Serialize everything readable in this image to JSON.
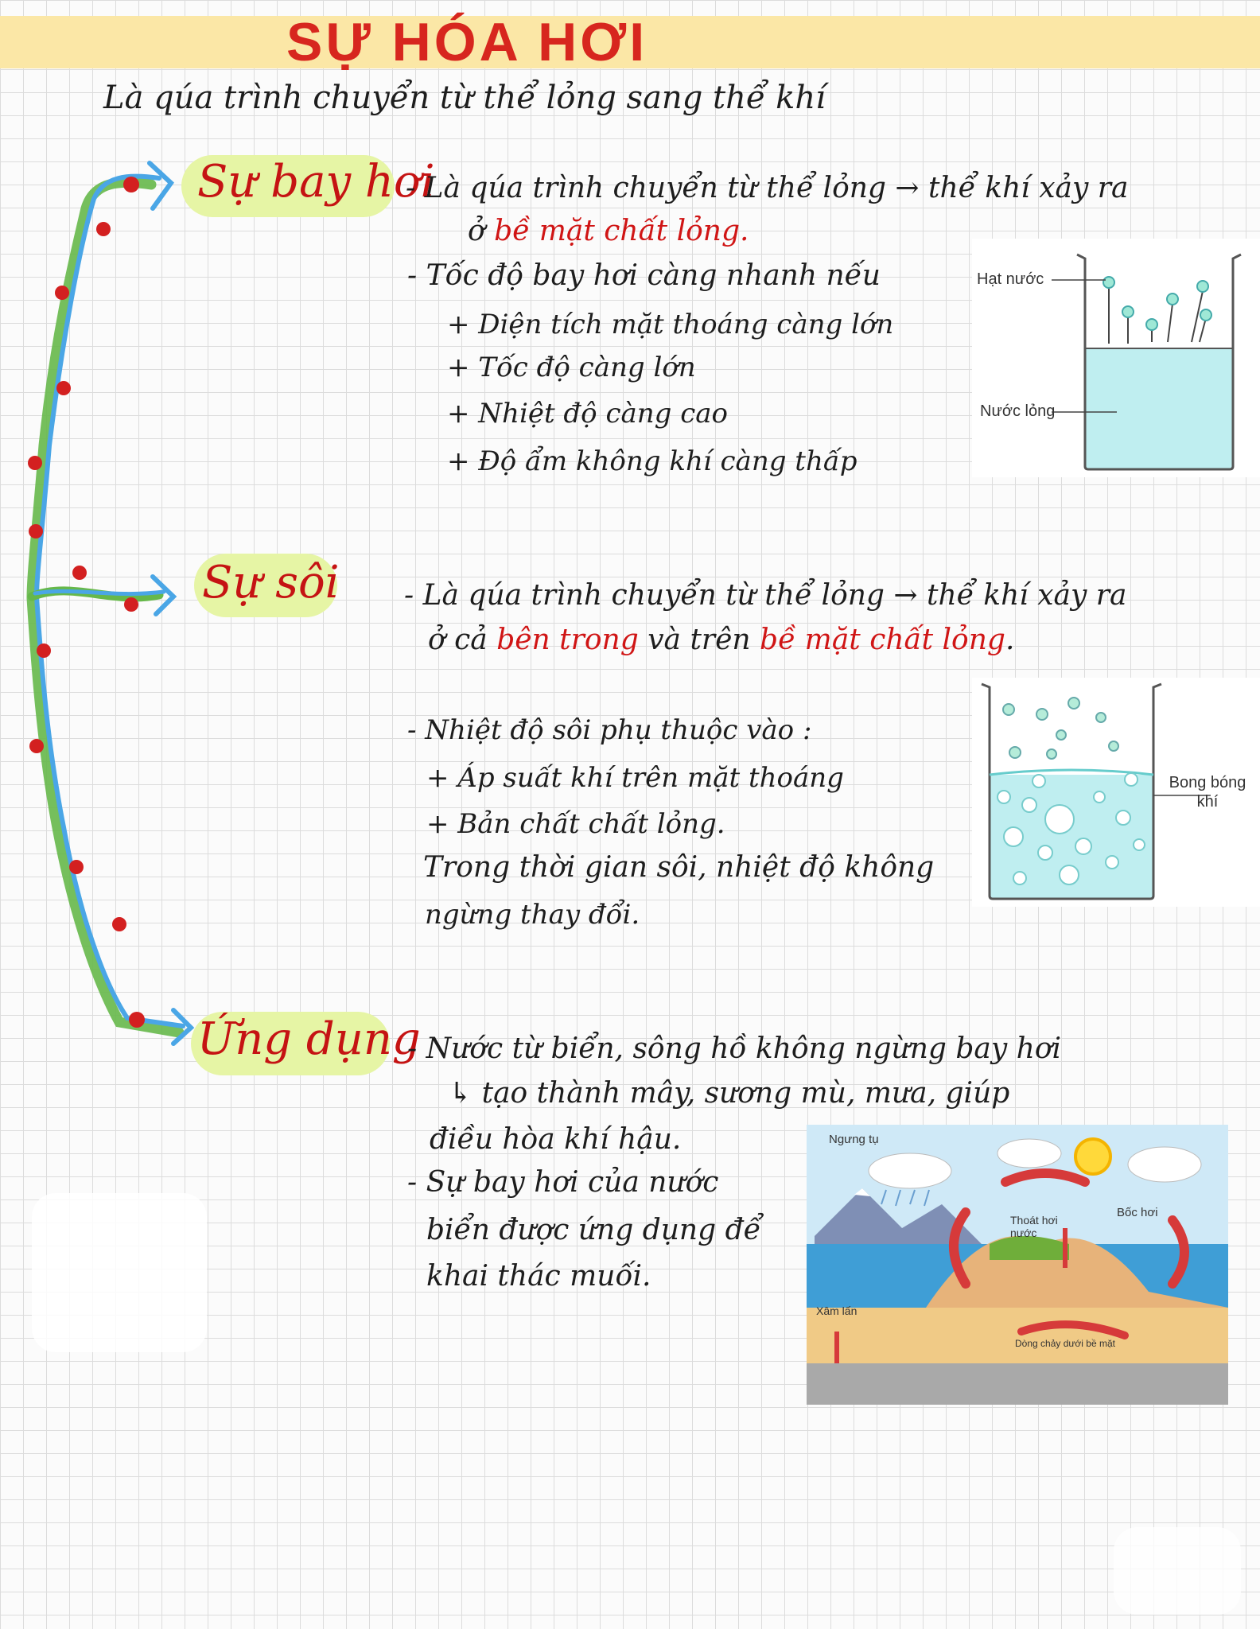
{
  "title": "SỰ HÓA HƠI",
  "subtitle": "Là qúa trình chuyển từ thể lỏng sang thể khí",
  "branches": {
    "evaporation": {
      "label": "Sự bay hơi",
      "line1": "- Là qúa trình chuyển từ thể lỏng → thể khí xảy ra",
      "line2_prefix": "ở ",
      "line2_red": "bề mặt chất lỏng",
      "line2_suffix": ".",
      "speed_heading": "- Tốc độ bay hơi càng nhanh nếu",
      "factors": [
        "+ Diện tích mặt thoáng càng lớn",
        "+ Tốc độ càng lớn",
        "+ Nhiệt độ càng cao",
        "+ Độ ẩm không khí càng thấp"
      ],
      "diagram_labels": {
        "drops": "Hạt nước",
        "liquid": "Nước lỏng"
      }
    },
    "boiling": {
      "label": "Sự sôi",
      "line1": "- Là qúa trình chuyển từ thể lỏng → thể khí xảy ra",
      "line2_prefix": "ở cả ",
      "line2_red1": "bên trong",
      "line2_mid": " và trên ",
      "line2_red2": "bề mặt chất lỏng",
      "line2_suffix": ".",
      "temp_heading": "- Nhiệt độ sôi phụ thuộc vào :",
      "factors": [
        "+ Áp suất khí trên mặt thoáng",
        "+ Bản chất chất lỏng."
      ],
      "note1": "Trong thời gian sôi, nhiệt độ không",
      "note2": "ngừng thay đổi.",
      "diagram_label": "Bong bóng khí"
    },
    "application": {
      "label": "Ứng dụng",
      "lines": [
        "- Nước từ biển, sông hồ không ngừng bay hơi",
        "↳ tạo thành mây, sương mù, mưa, giúp",
        "điều hòa khí hậu.",
        "- Sự bay hơi của nước",
        "biển được ứng dụng để",
        "khai thác muối."
      ],
      "cycle_labels": {
        "condense": "Ngưng tụ",
        "transpire": "Thoát hơi nước",
        "evaporate": "Bốc hơi",
        "infiltrate": "Xâm lấn",
        "runoff": "Dòng chảy dưới bề mặt"
      }
    }
  },
  "colors": {
    "title_band": "#fbe7a6",
    "title": "#d7261e",
    "branch_label": "#c51313",
    "highlight": "#e6f5a5",
    "accent_red": "#d01515",
    "brace_blue": "#4aa6e6",
    "brace_green": "#66b84a",
    "dots": "#d32020",
    "water": "#bfeef0"
  }
}
